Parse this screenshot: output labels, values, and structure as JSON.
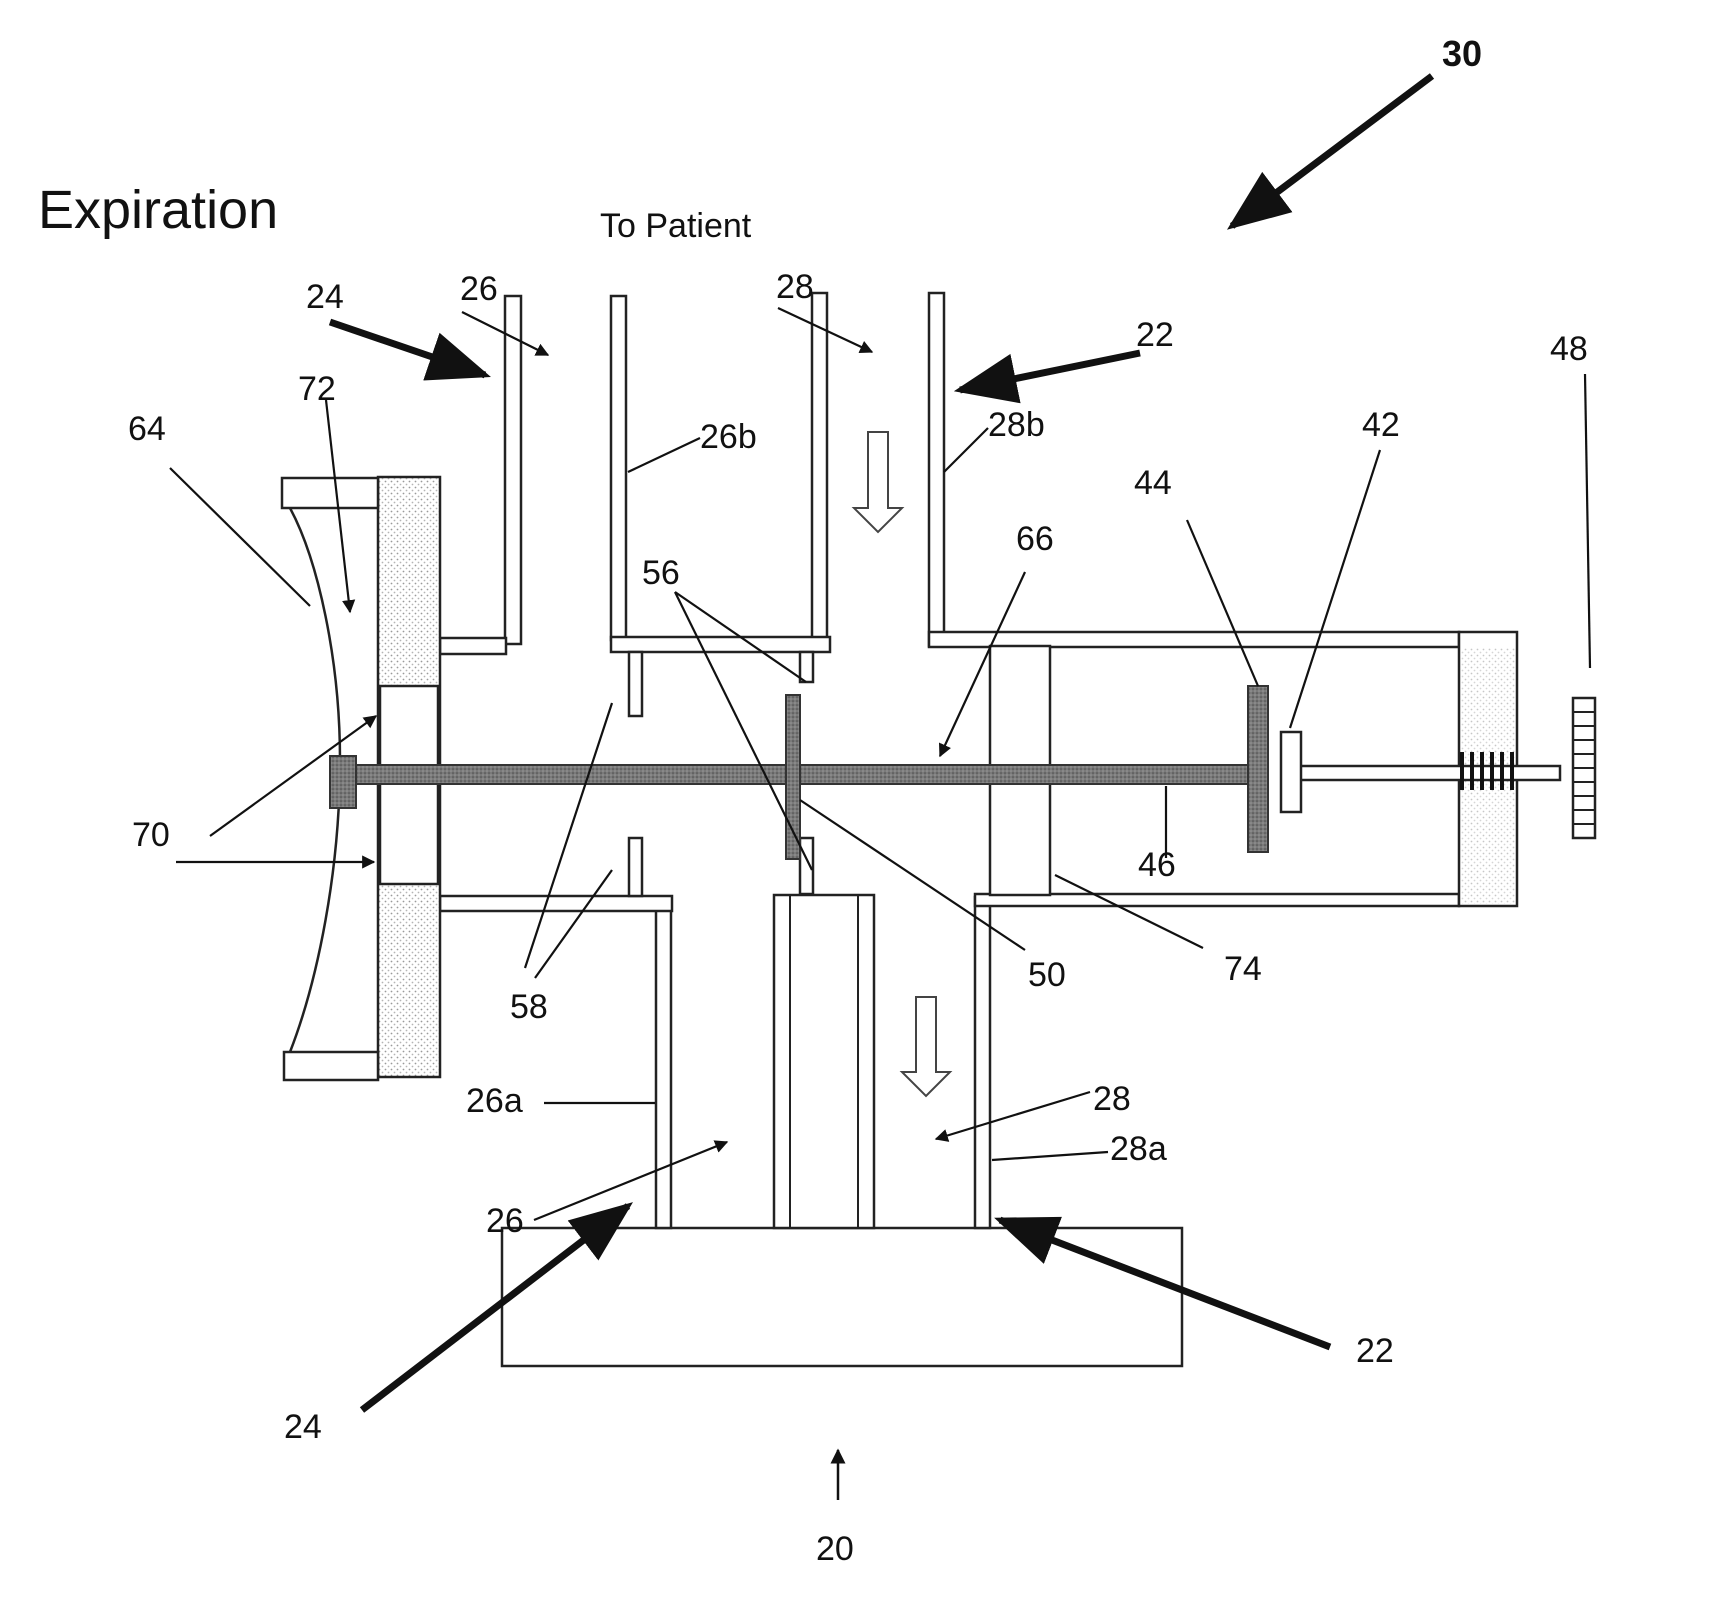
{
  "title": "Expiration",
  "subtitle": "To Patient",
  "labels": {
    "l30": "30",
    "l24_top": "24",
    "l26_top": "26",
    "l28_top": "28",
    "l22_top": "22",
    "l48": "48",
    "l72": "72",
    "l64": "64",
    "l26b": "26b",
    "l28b": "28b",
    "l42": "42",
    "l44": "44",
    "l66": "66",
    "l56": "56",
    "l70": "70",
    "l46": "46",
    "l50": "50",
    "l74": "74",
    "l58": "58",
    "l26a": "26a",
    "l28_bot": "28",
    "l28a": "28a",
    "l26_bot": "26",
    "l22_bot": "22",
    "l24_bot": "24",
    "l20": "20"
  },
  "colors": {
    "line": "#222222",
    "shaft": "#6b6b6b",
    "stipple": "#d9d9d9"
  }
}
